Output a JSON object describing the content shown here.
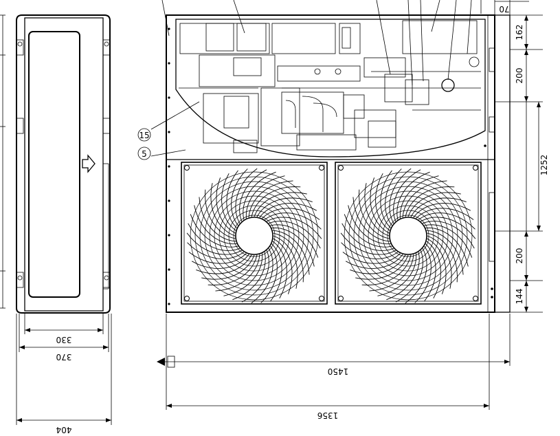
{
  "dimensions": {
    "side_width_inner": "330",
    "side_width_mid": "370",
    "side_width_outer": "404",
    "front_width_overall": "1450",
    "front_width_base": "1356",
    "top_offset": "70",
    "right_162": "162",
    "right_200_top": "200",
    "right_1252": "1252",
    "right_200_bottom": "200",
    "right_144": "144"
  },
  "callouts": {
    "label_5": "5",
    "label_15": "15"
  },
  "icons": {
    "airflow_arrow": "hollow-arrow-right-icon",
    "fan_grille": "fan-grille-icon",
    "dim_arrow": "filled-arrow-left-icon"
  }
}
